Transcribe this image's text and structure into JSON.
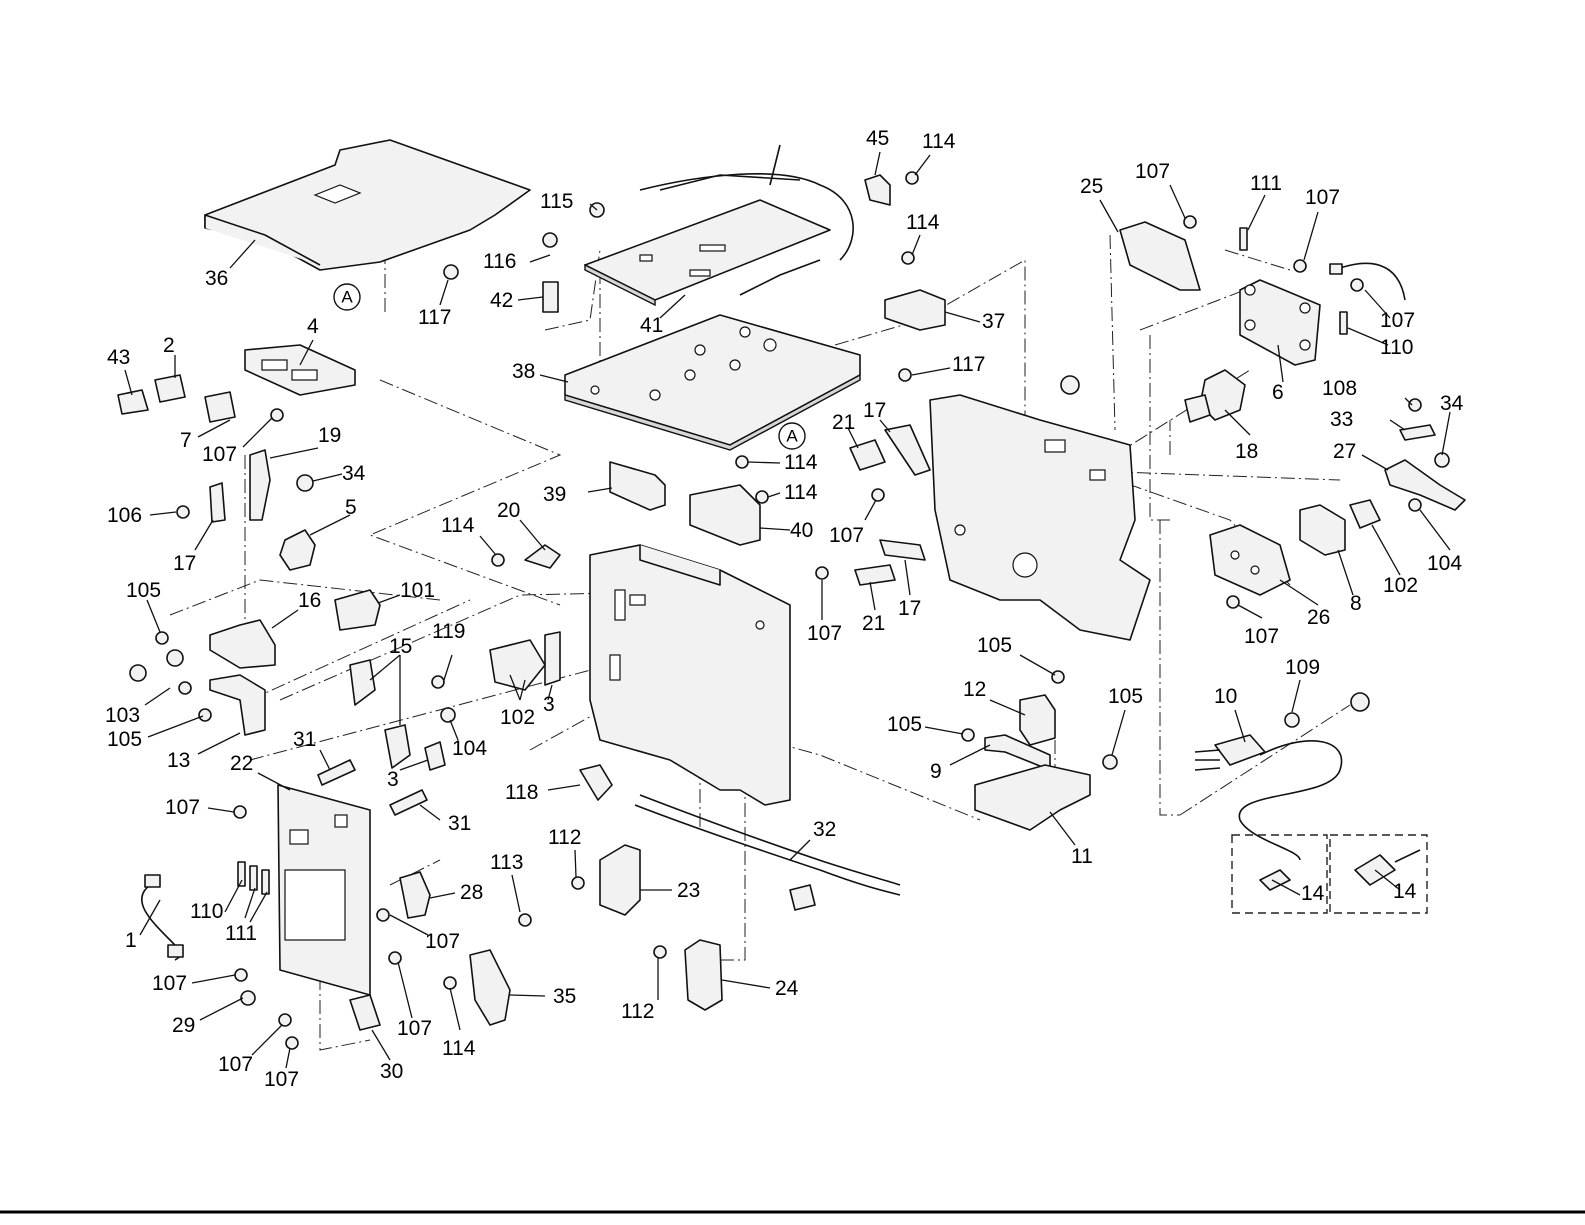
{
  "diagram": {
    "reference_mark": "A",
    "callouts": [
      {
        "id": "c45a",
        "text": "45"
      },
      {
        "id": "c114a",
        "text": "114"
      },
      {
        "id": "c115",
        "text": "115"
      },
      {
        "id": "c116",
        "text": "116"
      },
      {
        "id": "c42",
        "text": "42"
      },
      {
        "id": "c41",
        "text": "41"
      },
      {
        "id": "c36",
        "text": "36"
      },
      {
        "id": "c117a",
        "text": "117"
      },
      {
        "id": "c114b",
        "text": "114"
      },
      {
        "id": "c37",
        "text": "37"
      },
      {
        "id": "c117b",
        "text": "117"
      },
      {
        "id": "c38",
        "text": "38"
      },
      {
        "id": "c25",
        "text": "25"
      },
      {
        "id": "c107a",
        "text": "107"
      },
      {
        "id": "c111a",
        "text": "111"
      },
      {
        "id": "c107b",
        "text": "107"
      },
      {
        "id": "c107c",
        "text": "107"
      },
      {
        "id": "c110a",
        "text": "110"
      },
      {
        "id": "c6",
        "text": "6"
      },
      {
        "id": "c43",
        "text": "43"
      },
      {
        "id": "c2",
        "text": "2"
      },
      {
        "id": "c4",
        "text": "4"
      },
      {
        "id": "c7",
        "text": "7"
      },
      {
        "id": "c107d",
        "text": "107"
      },
      {
        "id": "c19",
        "text": "19"
      },
      {
        "id": "c34a",
        "text": "34"
      },
      {
        "id": "c106",
        "text": "106"
      },
      {
        "id": "c17a",
        "text": "17"
      },
      {
        "id": "c5",
        "text": "5"
      },
      {
        "id": "c114c",
        "text": "114"
      },
      {
        "id": "c114d",
        "text": "114"
      },
      {
        "id": "c39",
        "text": "39"
      },
      {
        "id": "c40",
        "text": "40"
      },
      {
        "id": "c20",
        "text": "20"
      },
      {
        "id": "c114e",
        "text": "114"
      },
      {
        "id": "c21a",
        "text": "21"
      },
      {
        "id": "c17b",
        "text": "17"
      },
      {
        "id": "c107e",
        "text": "107"
      },
      {
        "id": "c18",
        "text": "18"
      },
      {
        "id": "c108",
        "text": "108"
      },
      {
        "id": "c33",
        "text": "33"
      },
      {
        "id": "c34b",
        "text": "34"
      },
      {
        "id": "c27",
        "text": "27"
      },
      {
        "id": "c104a",
        "text": "104"
      },
      {
        "id": "c102a",
        "text": "102"
      },
      {
        "id": "c8",
        "text": "8"
      },
      {
        "id": "c26",
        "text": "26"
      },
      {
        "id": "c107f",
        "text": "107"
      },
      {
        "id": "c105a",
        "text": "105"
      },
      {
        "id": "c16",
        "text": "16"
      },
      {
        "id": "c101",
        "text": "101"
      },
      {
        "id": "c103",
        "text": "103"
      },
      {
        "id": "c105b",
        "text": "105"
      },
      {
        "id": "c13",
        "text": "13"
      },
      {
        "id": "c15",
        "text": "15"
      },
      {
        "id": "c119",
        "text": "119"
      },
      {
        "id": "c102b",
        "text": "102"
      },
      {
        "id": "c3a",
        "text": "3"
      },
      {
        "id": "c104b",
        "text": "104"
      },
      {
        "id": "c3b",
        "text": "3"
      },
      {
        "id": "c107g",
        "text": "107"
      },
      {
        "id": "c21b",
        "text": "21"
      },
      {
        "id": "c17c",
        "text": "17"
      },
      {
        "id": "c105c",
        "text": "105"
      },
      {
        "id": "c12",
        "text": "12"
      },
      {
        "id": "c105d",
        "text": "105"
      },
      {
        "id": "c105e",
        "text": "105"
      },
      {
        "id": "c9",
        "text": "9"
      },
      {
        "id": "c11",
        "text": "11"
      },
      {
        "id": "c109",
        "text": "109"
      },
      {
        "id": "c10",
        "text": "10"
      },
      {
        "id": "c14a",
        "text": "14"
      },
      {
        "id": "c14b",
        "text": "14"
      },
      {
        "id": "c31a",
        "text": "31"
      },
      {
        "id": "c22",
        "text": "22"
      },
      {
        "id": "c107h",
        "text": "107"
      },
      {
        "id": "c31b",
        "text": "31"
      },
      {
        "id": "c118",
        "text": "118"
      },
      {
        "id": "c32",
        "text": "32"
      },
      {
        "id": "c112a",
        "text": "112"
      },
      {
        "id": "c113",
        "text": "113"
      },
      {
        "id": "c23",
        "text": "23"
      },
      {
        "id": "c1",
        "text": "1"
      },
      {
        "id": "c110b",
        "text": "110"
      },
      {
        "id": "c111b",
        "text": "111"
      },
      {
        "id": "c28",
        "text": "28"
      },
      {
        "id": "c107i",
        "text": "107"
      },
      {
        "id": "c107j",
        "text": "107"
      },
      {
        "id": "c29",
        "text": "29"
      },
      {
        "id": "c107k",
        "text": "107"
      },
      {
        "id": "c114f",
        "text": "114"
      },
      {
        "id": "c35",
        "text": "35"
      },
      {
        "id": "c112b",
        "text": "112"
      },
      {
        "id": "c24",
        "text": "24"
      },
      {
        "id": "c107l",
        "text": "107"
      },
      {
        "id": "c107m",
        "text": "107"
      },
      {
        "id": "c30",
        "text": "30"
      }
    ]
  }
}
